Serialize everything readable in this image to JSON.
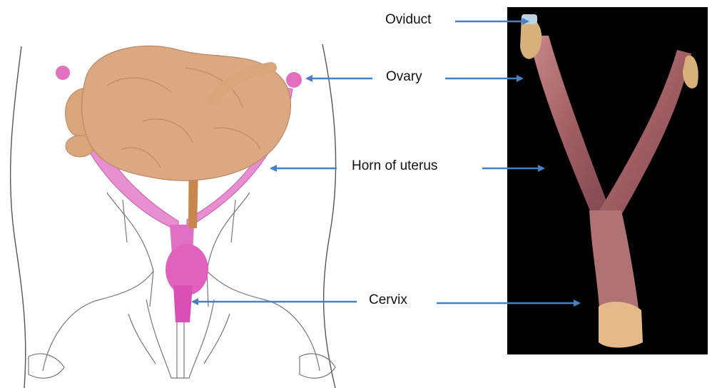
{
  "labels": {
    "oviduct": "Oviduct",
    "ovary": "Ovary",
    "horn_of_uterus": "Horn of uterus",
    "cervix": "Cervix"
  },
  "colors": {
    "arrow": "#4a7fc1",
    "organ_pink": "#e36fc0",
    "intestine_tan": "#d9a67c",
    "outline": "#6b6b6b",
    "photo_bg": "#000000",
    "tissue": "#a86a6a"
  }
}
